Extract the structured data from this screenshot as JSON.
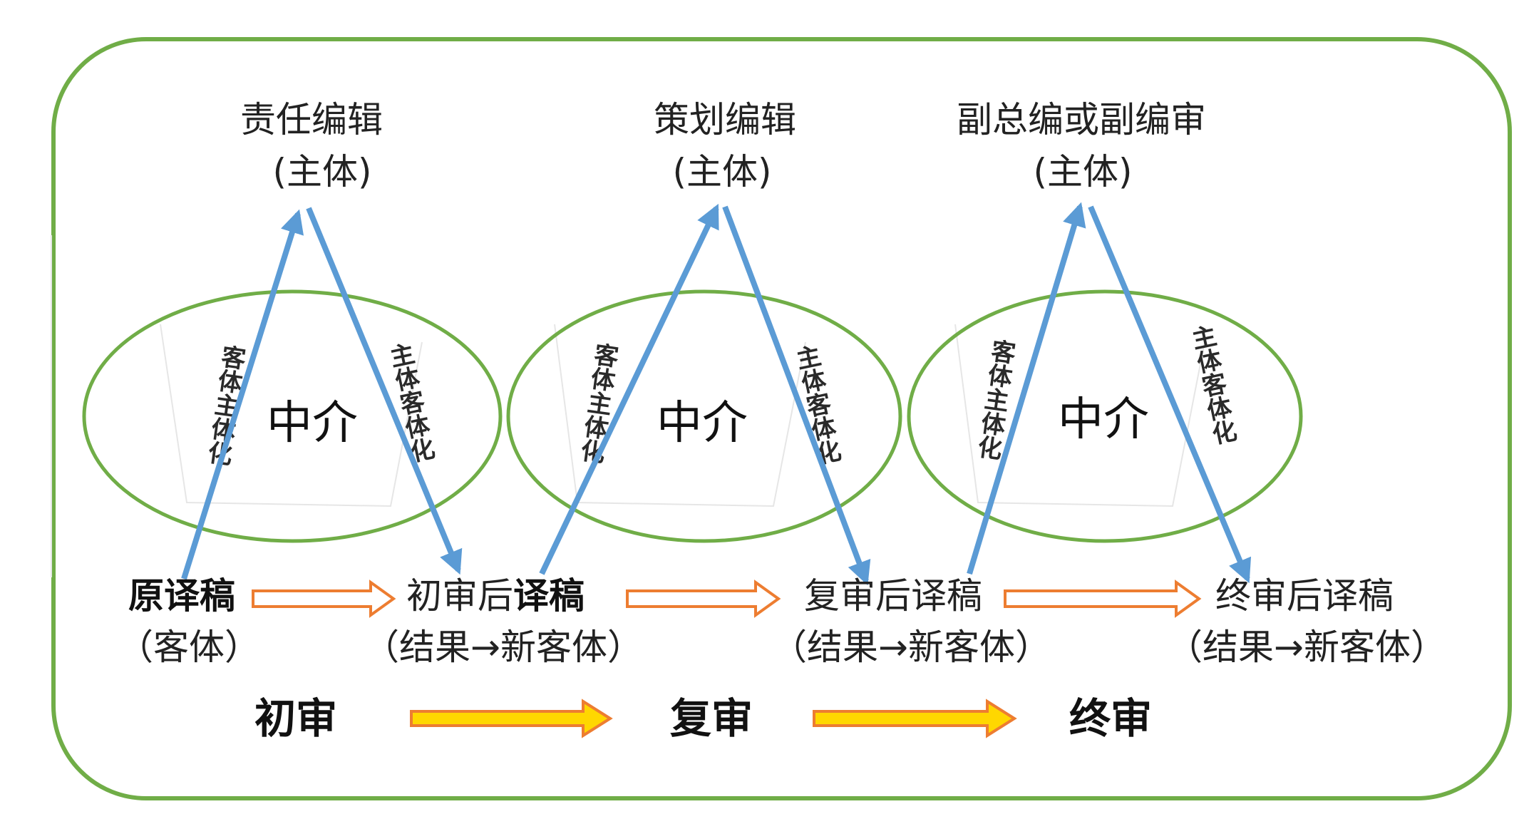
{
  "roles": [
    {
      "title": "责任编辑",
      "sub": "(主体)"
    },
    {
      "title": "策划编辑",
      "sub": "(主体)"
    },
    {
      "title": "副总编或副编审",
      "sub": "(主体)"
    }
  ],
  "mediators": [
    {
      "center": "中介",
      "left": "客体主体化",
      "right": "主体客体化"
    },
    {
      "center": "中介",
      "left": "客体主体化",
      "right": "主体客体化"
    },
    {
      "center": "中介",
      "left": "客体主体化",
      "right": "主体客体化"
    }
  ],
  "drafts": [
    {
      "pre": "",
      "bold": "原译稿",
      "post": "",
      "sub": "（客体）"
    },
    {
      "pre": "初审后",
      "bold": "译稿",
      "post": "",
      "sub": "（结果→新客体）"
    },
    {
      "pre": "复审后译稿",
      "bold": "",
      "post": "",
      "sub": "（结果→新客体）"
    },
    {
      "pre": "终审后译稿",
      "bold": "",
      "post": "",
      "sub": "（结果→新客体）"
    }
  ],
  "stages": [
    "初审",
    "复审",
    "终审"
  ],
  "colors": {
    "frame": "#70ad47",
    "ellipse": "#70ad47",
    "blue_arrow": "#5b9bd5",
    "hollow_arrow_stroke": "#ed7d31",
    "stage_arrow_fill": "#ffd700",
    "stage_arrow_stroke": "#ed7d31"
  }
}
